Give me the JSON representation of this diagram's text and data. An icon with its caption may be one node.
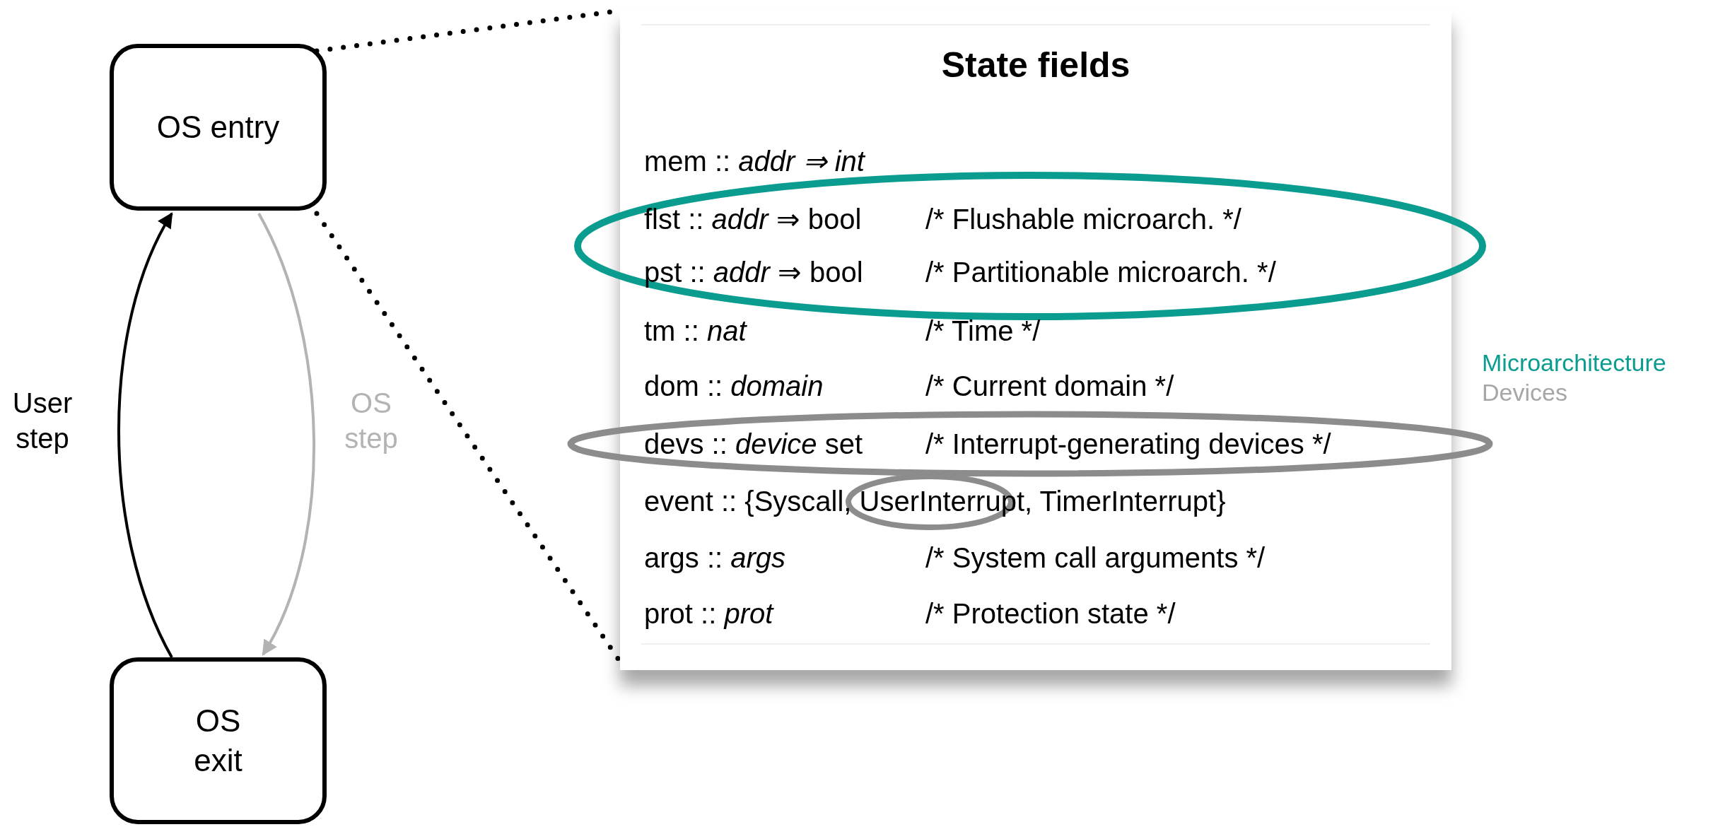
{
  "diagram": {
    "nodes": [
      {
        "text": [
          "OS entry"
        ]
      },
      {
        "text": [
          "OS exit"
        ]
      },
      {
        "text": [
          "State fields"
        ]
      }
    ],
    "edges": [
      {
        "from": 1,
        "to": 0,
        "arrow": "to",
        "label": "User step"
      },
      {
        "from": 0,
        "to": 1,
        "arrow": "to",
        "label": "OS step",
        "color": "#b3b3b3"
      },
      {
        "from": 0,
        "to": 2,
        "arrow": "none",
        "style": "dashed"
      },
      {
        "from": 0,
        "to": 2,
        "arrow": "none",
        "style": "dashed"
      }
    ],
    "labels": [
      "mem :: *addr ⇒ int*",
      "flst :: *addr* ⇒ bool",
      "/* Flushable microarch. */",
      "pst :: *addr* ⇒ bool",
      "/* Partitionable microarch. */",
      "tm :: *nat*",
      "/* Time */",
      "dom :: *domain*",
      "/* Current domain */",
      "devs :: *device* set",
      "/* Interrupt-generating devices */",
      "event :: {Syscall, UserInterrupt, TimerInterrupt}",
      "args :: *args*",
      "/* System call arguments */",
      "prot :: *prot*",
      "/* Protection state */"
    ],
    "legend": [
      {
        "text": "Microarchitecture",
        "color": "#0a9c8f"
      },
      {
        "text": "Devices",
        "color": "#a6a6a6"
      }
    ]
  }
}
